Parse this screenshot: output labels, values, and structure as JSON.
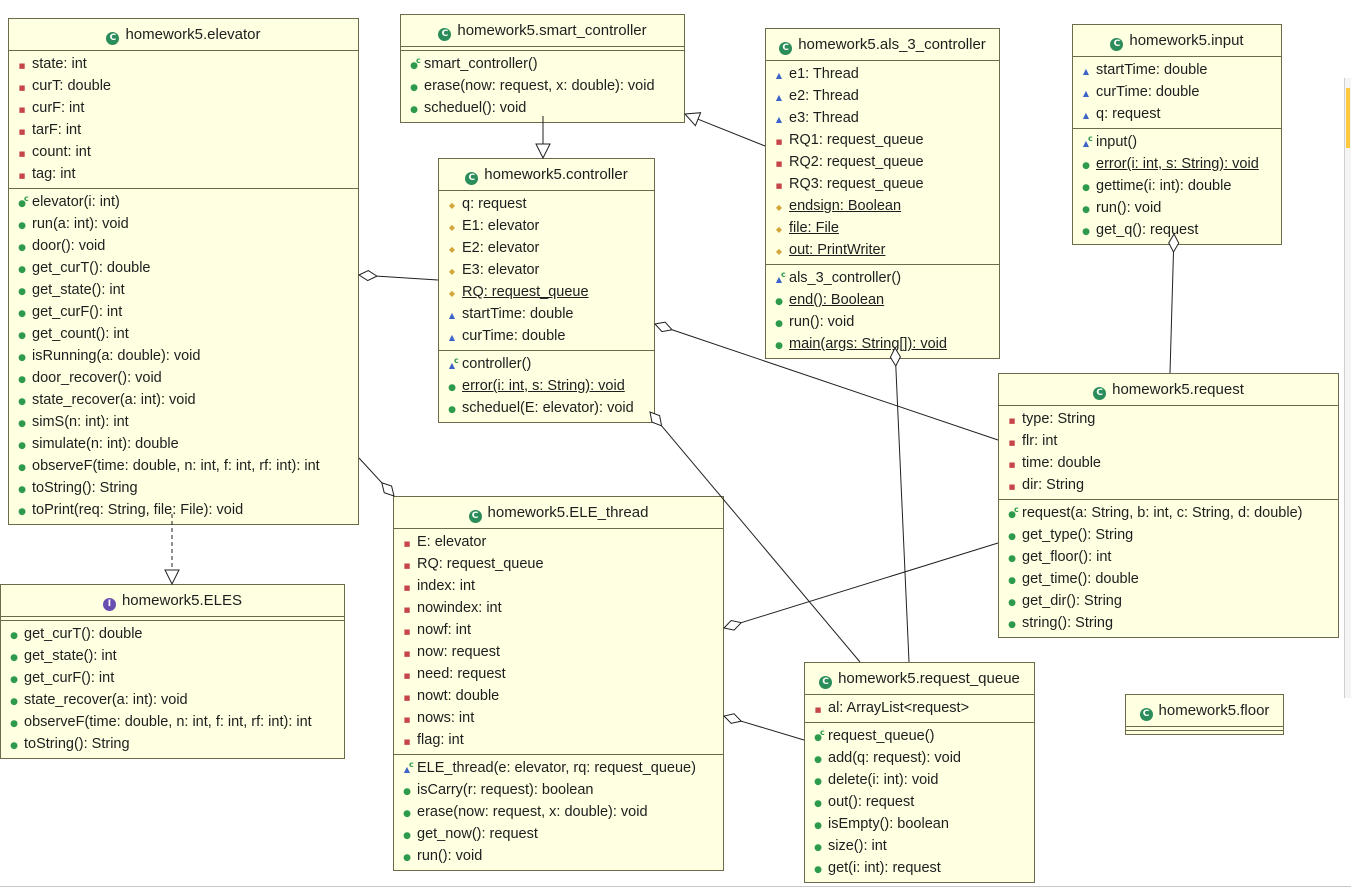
{
  "classes": [
    {
      "id": "elevator",
      "name": "homework5.elevator",
      "kind": "class",
      "attrs": [
        {
          "vis": "priv",
          "text": "state: int"
        },
        {
          "vis": "priv",
          "text": "curT: double"
        },
        {
          "vis": "priv",
          "text": "curF: int"
        },
        {
          "vis": "priv",
          "text": "tarF: int"
        },
        {
          "vis": "priv",
          "text": "count: int"
        },
        {
          "vis": "priv",
          "text": "tag: int"
        }
      ],
      "methods": [
        {
          "vis": "pub",
          "ctor": true,
          "text": "elevator(i: int)"
        },
        {
          "vis": "pub",
          "text": "run(a: int): void"
        },
        {
          "vis": "pub",
          "text": "door(): void"
        },
        {
          "vis": "pub",
          "text": "get_curT(): double"
        },
        {
          "vis": "pub",
          "text": "get_state(): int"
        },
        {
          "vis": "pub",
          "text": "get_curF(): int"
        },
        {
          "vis": "pub",
          "text": "get_count(): int"
        },
        {
          "vis": "pub",
          "text": "isRunning(a: double): void"
        },
        {
          "vis": "pub",
          "text": "door_recover(): void"
        },
        {
          "vis": "pub",
          "text": "state_recover(a: int): void"
        },
        {
          "vis": "pub",
          "text": "simS(n: int): int"
        },
        {
          "vis": "pub",
          "text": "simulate(n: int): double"
        },
        {
          "vis": "pub",
          "text": "observeF(time: double, n: int, f: int, rf: int): int"
        },
        {
          "vis": "pub",
          "text": "toString(): String"
        },
        {
          "vis": "pub",
          "text": "toPrint(req: String, file: File): void"
        }
      ]
    },
    {
      "id": "smart_controller",
      "name": "homework5.smart_controller",
      "kind": "class",
      "attrs": [],
      "methods": [
        {
          "vis": "pub",
          "ctor": true,
          "text": "smart_controller()"
        },
        {
          "vis": "pub",
          "text": "erase(now: request, x: double): void"
        },
        {
          "vis": "pub",
          "text": "scheduel(): void"
        }
      ]
    },
    {
      "id": "als_3_controller",
      "name": "homework5.als_3_controller",
      "kind": "class",
      "attrs": [
        {
          "vis": "pkg",
          "text": "e1: Thread"
        },
        {
          "vis": "pkg",
          "text": "e2: Thread"
        },
        {
          "vis": "pkg",
          "text": "e3: Thread"
        },
        {
          "vis": "priv",
          "text": "RQ1: request_queue"
        },
        {
          "vis": "priv",
          "text": "RQ2: request_queue"
        },
        {
          "vis": "priv",
          "text": "RQ3: request_queue"
        },
        {
          "vis": "prot",
          "static": true,
          "text": "endsign: Boolean"
        },
        {
          "vis": "prot",
          "static": true,
          "text": "file: File"
        },
        {
          "vis": "prot",
          "static": true,
          "text": "out: PrintWriter"
        }
      ],
      "methods": [
        {
          "vis": "pkg",
          "ctor": true,
          "text": "als_3_controller()"
        },
        {
          "vis": "pub",
          "static": true,
          "text": "end(): Boolean"
        },
        {
          "vis": "pub",
          "text": "run(): void"
        },
        {
          "vis": "pub",
          "static": true,
          "text": "main(args: String[]): void"
        }
      ]
    },
    {
      "id": "input",
      "name": "homework5.input",
      "kind": "class",
      "attrs": [
        {
          "vis": "pkg",
          "text": "startTime: double"
        },
        {
          "vis": "pkg",
          "text": "curTime: double"
        },
        {
          "vis": "pkg",
          "text": "q: request"
        }
      ],
      "methods": [
        {
          "vis": "pkg",
          "ctor": true,
          "text": "input()"
        },
        {
          "vis": "pub",
          "static": true,
          "text": "error(i: int, s: String): void"
        },
        {
          "vis": "pub",
          "text": "gettime(i: int): double"
        },
        {
          "vis": "pub",
          "text": "run(): void"
        },
        {
          "vis": "pub",
          "text": "get_q(): request"
        }
      ]
    },
    {
      "id": "controller",
      "name": "homework5.controller",
      "kind": "class",
      "attrs": [
        {
          "vis": "prot",
          "text": "q: request"
        },
        {
          "vis": "prot",
          "text": "E1: elevator"
        },
        {
          "vis": "prot",
          "text": "E2: elevator"
        },
        {
          "vis": "prot",
          "text": "E3: elevator"
        },
        {
          "vis": "prot",
          "static": true,
          "text": "RQ: request_queue"
        },
        {
          "vis": "pkg",
          "text": "startTime: double"
        },
        {
          "vis": "pkg",
          "text": "curTime: double"
        }
      ],
      "methods": [
        {
          "vis": "pkg",
          "ctor": true,
          "text": "controller()"
        },
        {
          "vis": "pub",
          "static": true,
          "text": "error(i: int, s: String): void"
        },
        {
          "vis": "pub",
          "text": "scheduel(E: elevator): void"
        }
      ]
    },
    {
      "id": "request",
      "name": "homework5.request",
      "kind": "class",
      "attrs": [
        {
          "vis": "priv",
          "text": "type: String"
        },
        {
          "vis": "priv",
          "text": "flr: int"
        },
        {
          "vis": "priv",
          "text": "time: double"
        },
        {
          "vis": "priv",
          "text": "dir: String"
        }
      ],
      "methods": [
        {
          "vis": "pub",
          "ctor": true,
          "text": "request(a: String, b: int, c: String, d: double)"
        },
        {
          "vis": "pub",
          "text": "get_type(): String"
        },
        {
          "vis": "pub",
          "text": "get_floor(): int"
        },
        {
          "vis": "pub",
          "text": "get_time(): double"
        },
        {
          "vis": "pub",
          "text": "get_dir(): String"
        },
        {
          "vis": "pub",
          "text": "string(): String"
        }
      ]
    },
    {
      "id": "ELE_thread",
      "name": "homework5.ELE_thread",
      "kind": "class",
      "attrs": [
        {
          "vis": "priv",
          "text": "E: elevator"
        },
        {
          "vis": "priv",
          "text": "RQ: request_queue"
        },
        {
          "vis": "priv",
          "text": "index: int"
        },
        {
          "vis": "priv",
          "text": "nowindex: int"
        },
        {
          "vis": "priv",
          "text": "nowf: int"
        },
        {
          "vis": "priv",
          "text": "now: request"
        },
        {
          "vis": "priv",
          "text": "need: request"
        },
        {
          "vis": "priv",
          "text": "nowt: double"
        },
        {
          "vis": "priv",
          "text": "nows: int"
        },
        {
          "vis": "priv",
          "text": "flag: int"
        }
      ],
      "methods": [
        {
          "vis": "pkg",
          "ctor": true,
          "text": "ELE_thread(e: elevator, rq: request_queue)"
        },
        {
          "vis": "pub",
          "text": "isCarry(r: request): boolean"
        },
        {
          "vis": "pub",
          "text": "erase(now: request, x: double): void"
        },
        {
          "vis": "pub",
          "text": "get_now(): request"
        },
        {
          "vis": "pub",
          "text": "run(): void"
        }
      ]
    },
    {
      "id": "ELES",
      "name": "homework5.ELES",
      "kind": "interface",
      "attrs": [],
      "methods": [
        {
          "vis": "pub",
          "text": "get_curT(): double"
        },
        {
          "vis": "pub",
          "text": "get_state(): int"
        },
        {
          "vis": "pub",
          "text": "get_curF(): int"
        },
        {
          "vis": "pub",
          "text": "state_recover(a: int): void"
        },
        {
          "vis": "pub",
          "text": "observeF(time: double, n: int, f: int, rf: int): int"
        },
        {
          "vis": "pub",
          "text": "toString(): String"
        }
      ]
    },
    {
      "id": "request_queue",
      "name": "homework5.request_queue",
      "kind": "class",
      "attrs": [
        {
          "vis": "priv",
          "text": "al: ArrayList<request>"
        }
      ],
      "methods": [
        {
          "vis": "pub",
          "ctor": true,
          "text": "request_queue()"
        },
        {
          "vis": "pub",
          "text": "add(q: request): void"
        },
        {
          "vis": "pub",
          "text": "delete(i: int): void"
        },
        {
          "vis": "pub",
          "text": "out(): request"
        },
        {
          "vis": "pub",
          "text": "isEmpty(): boolean"
        },
        {
          "vis": "pub",
          "text": "size(): int"
        },
        {
          "vis": "pub",
          "text": "get(i: int): request"
        }
      ]
    },
    {
      "id": "floor",
      "name": "homework5.floor",
      "kind": "class",
      "attrs": [],
      "methods": []
    }
  ],
  "relations": [
    {
      "type": "generalization",
      "from": "controller",
      "to": "smart_controller"
    },
    {
      "type": "generalization",
      "from": "als_3_controller",
      "to": "smart_controller"
    },
    {
      "type": "realization",
      "from": "elevator",
      "to": "ELES"
    },
    {
      "type": "aggregation",
      "whole": "controller",
      "part": "elevator"
    },
    {
      "type": "aggregation",
      "whole": "controller",
      "part": "request"
    },
    {
      "type": "aggregation",
      "whole": "controller",
      "part": "request_queue"
    },
    {
      "type": "aggregation",
      "whole": "ELE_thread",
      "part": "elevator"
    },
    {
      "type": "aggregation",
      "whole": "ELE_thread",
      "part": "request"
    },
    {
      "type": "aggregation",
      "whole": "ELE_thread",
      "part": "request_queue"
    },
    {
      "type": "aggregation",
      "whole": "als_3_controller",
      "part": "request_queue"
    },
    {
      "type": "aggregation",
      "whole": "input",
      "part": "request"
    }
  ],
  "colors": {
    "class_fill": "#ffffe2",
    "class_border": "#6b6b4a",
    "public": "#2e9b4c",
    "private": "#c6454a",
    "package": "#3b64c8",
    "protected": "#d2a63b",
    "class_icon": "#2b8d5a",
    "interface_icon": "#6a4fb3"
  },
  "icons": {
    "class": "class-c-icon",
    "interface": "interface-i-icon"
  }
}
